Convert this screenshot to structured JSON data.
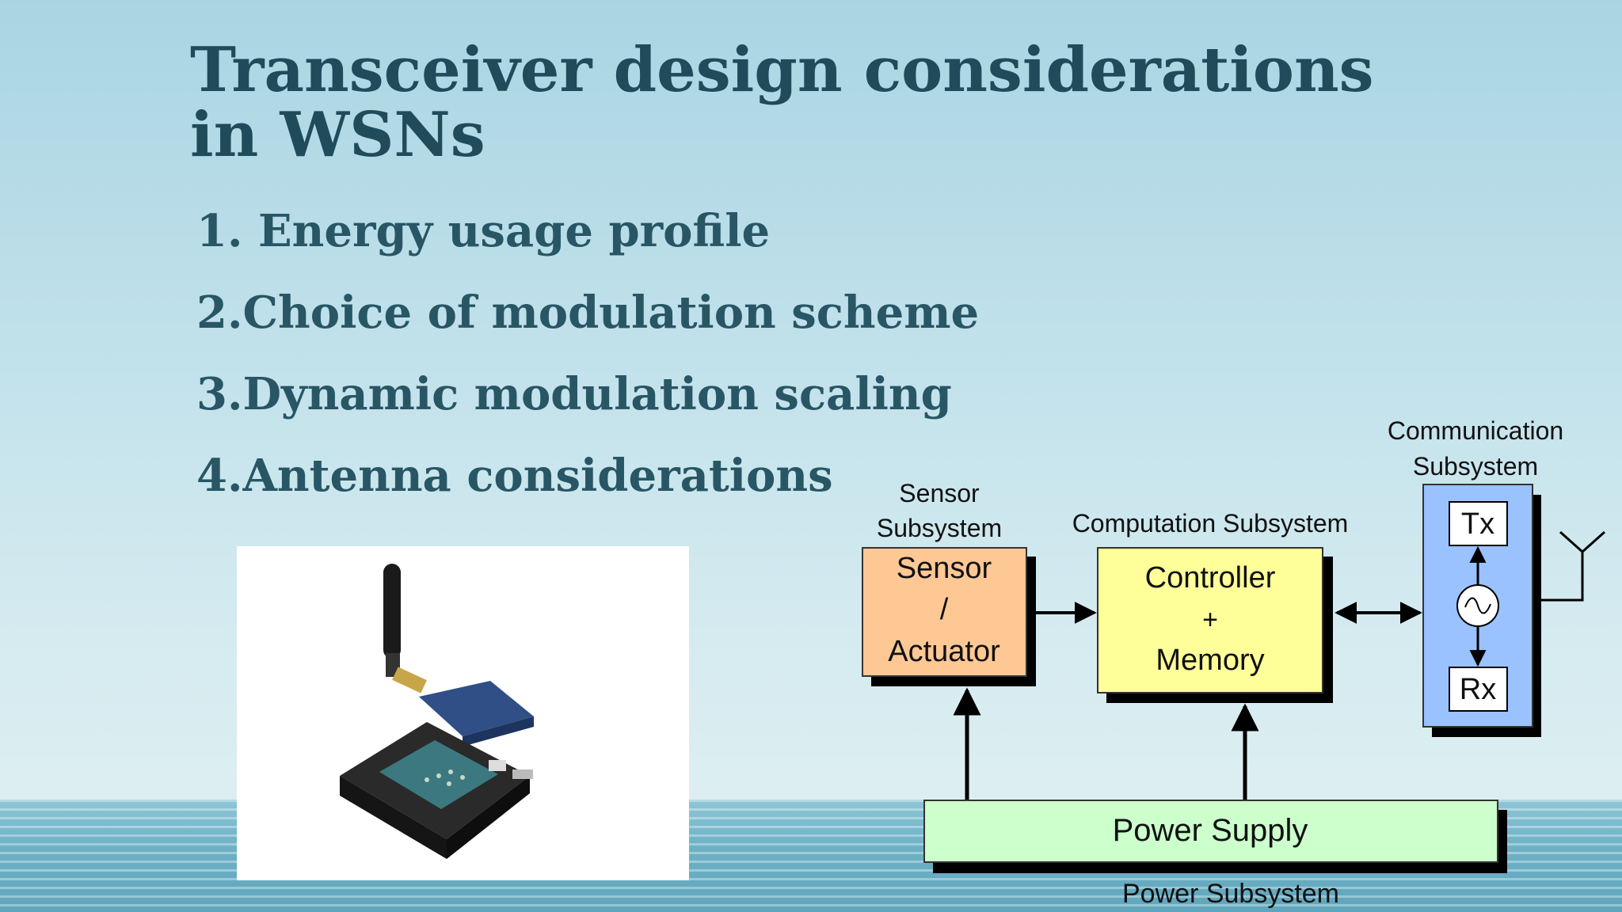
{
  "slide": {
    "title": "Transceiver design considerations in WSNs",
    "items": [
      "1. Energy usage profile",
      "2.Choice of modulation scheme",
      "3.Dynamic modulation scaling",
      "4.Antenna considerations"
    ]
  },
  "diagram": {
    "sensor_subsystem_label": [
      "Sensor",
      "Subsystem"
    ],
    "sensor_box_label": [
      "Sensor",
      "/",
      "Actuator"
    ],
    "computation_subsystem_label": "Computation Subsystem",
    "controller_box_label": [
      "Controller",
      "+",
      "Memory"
    ],
    "communication_subsystem_label": [
      "Communication",
      "Subsystem"
    ],
    "tx_label": "Tx",
    "rx_label": "Rx",
    "power_supply_label": "Power Supply",
    "power_subsystem_label": "Power Subsystem",
    "colors": {
      "sensor": "#fec895",
      "controller": "#ffff99",
      "communication": "#99c2ff",
      "power": "#ccffcc"
    }
  },
  "photo": {
    "description_icon": "wireless-sensor-board-image"
  }
}
